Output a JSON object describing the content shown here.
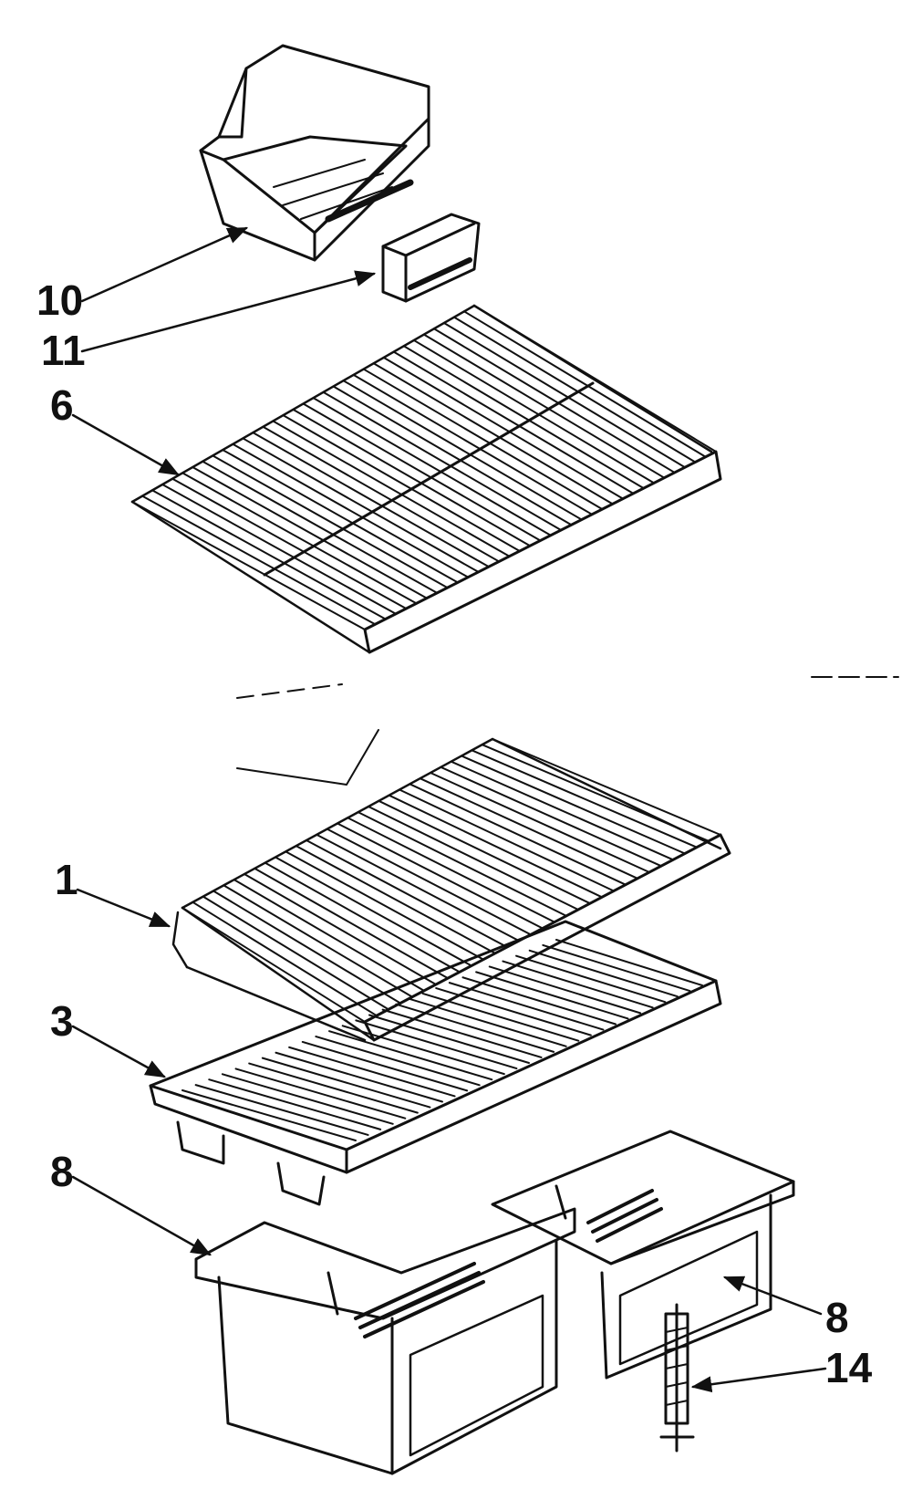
{
  "diagram": {
    "callouts": [
      {
        "id": "c10",
        "label": "10"
      },
      {
        "id": "c11",
        "label": "11"
      },
      {
        "id": "c6",
        "label": "6"
      },
      {
        "id": "c1",
        "label": "1"
      },
      {
        "id": "c3",
        "label": "3"
      },
      {
        "id": "c8a",
        "label": "8"
      },
      {
        "id": "c8b",
        "label": "8"
      },
      {
        "id": "c14",
        "label": "14"
      }
    ],
    "colors": {
      "ink": "#111111",
      "paper": "#ffffff"
    }
  }
}
